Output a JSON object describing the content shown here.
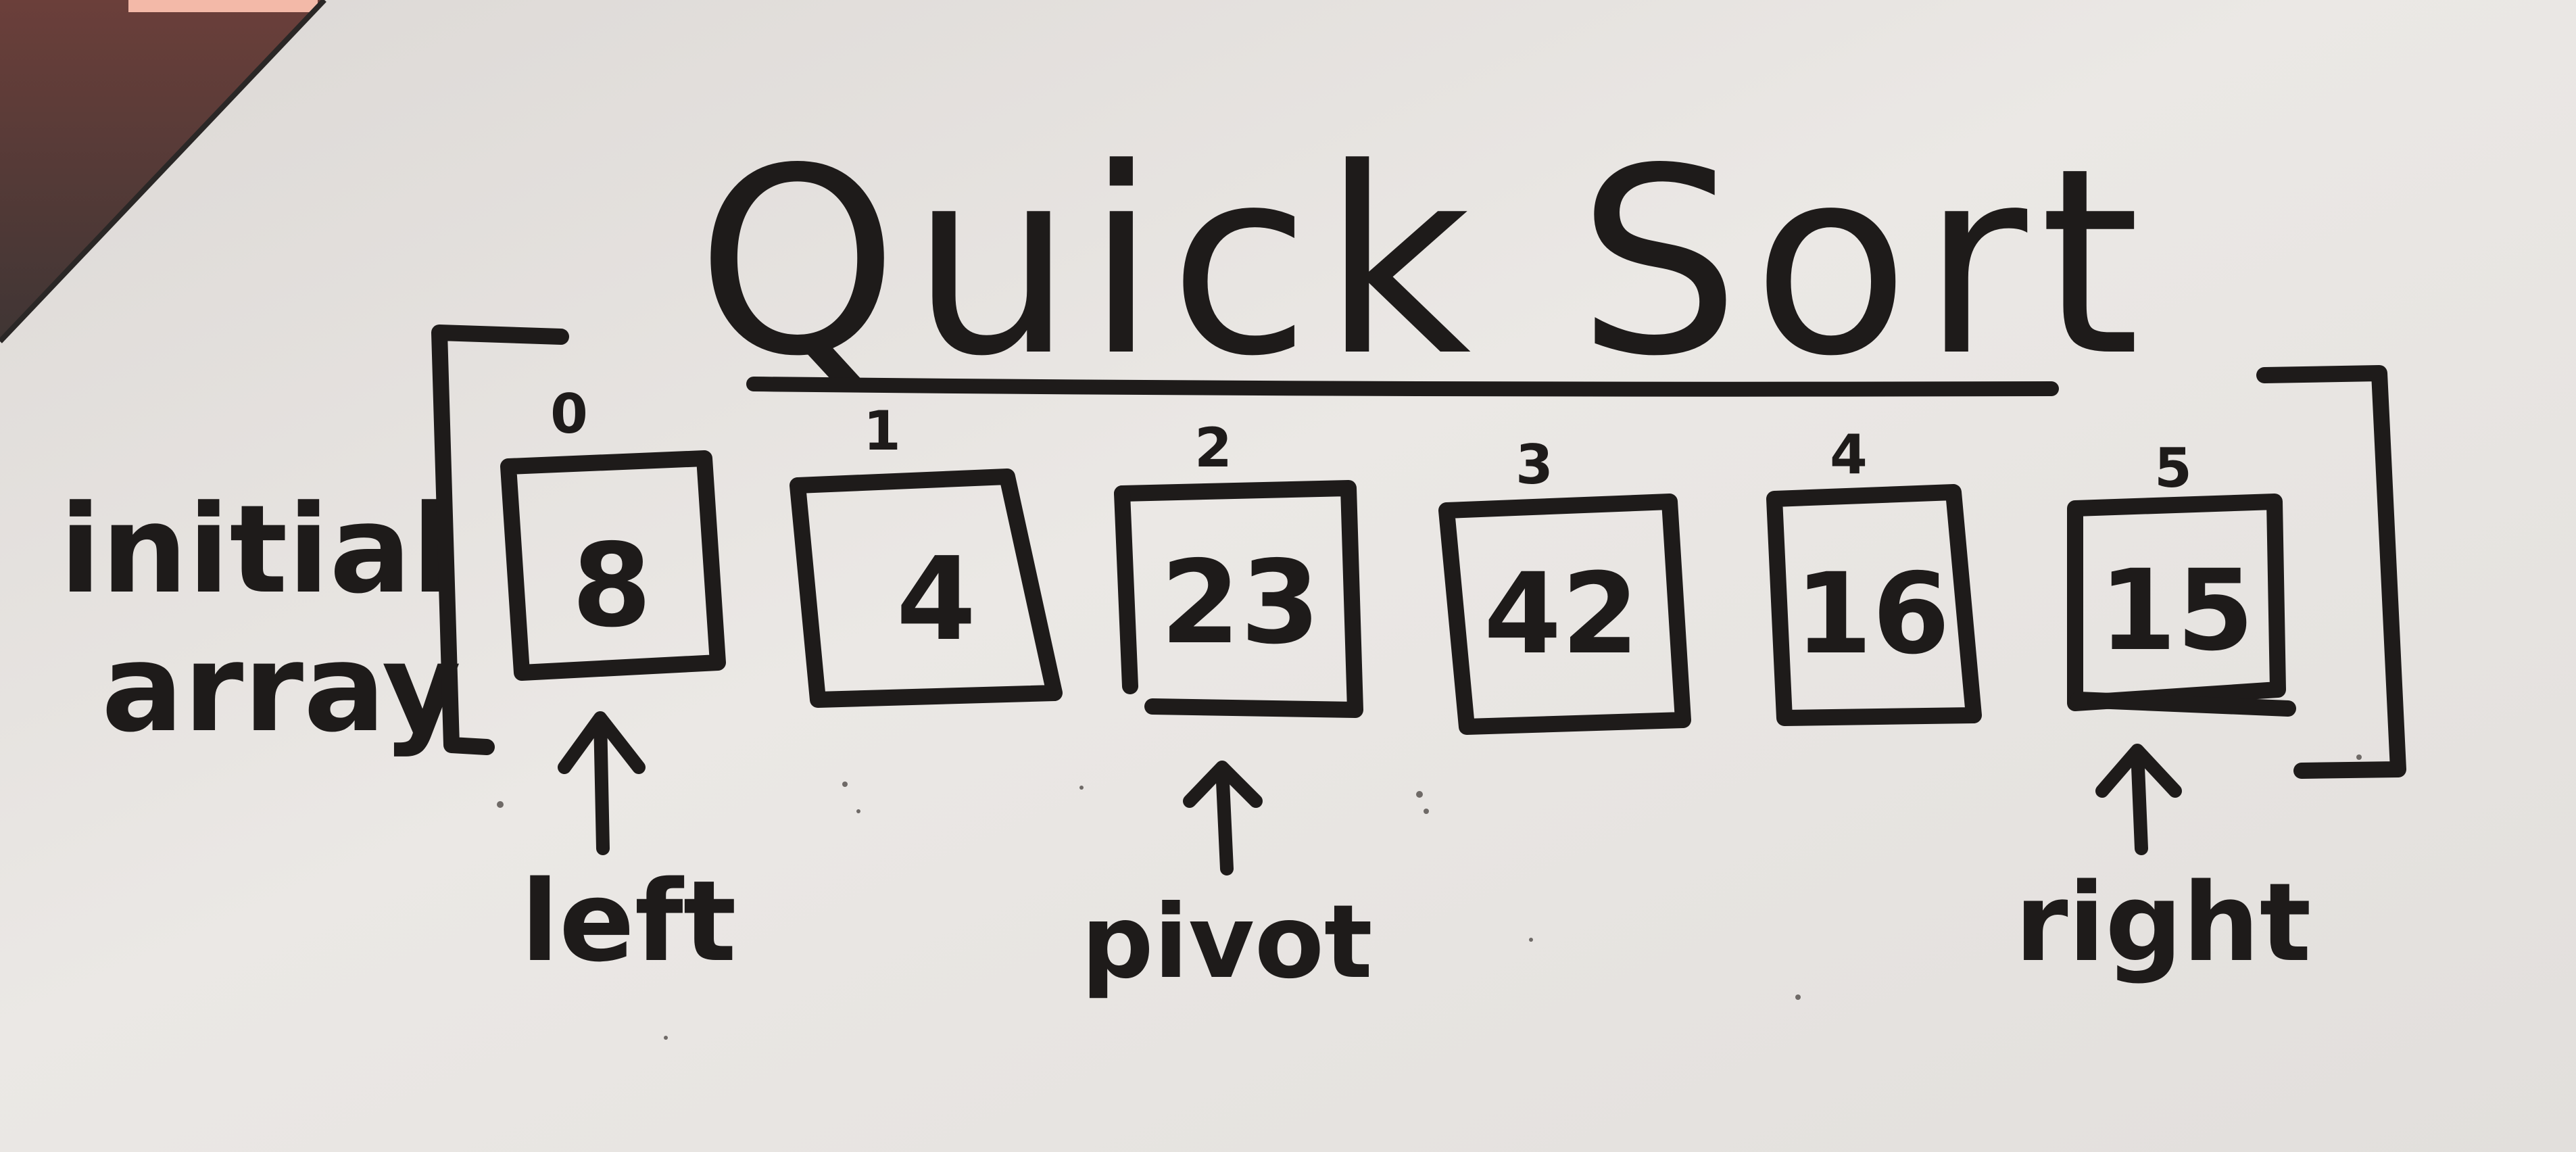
{
  "title": "Quick Sort",
  "array_label": {
    "line1": "initial",
    "line2": "array"
  },
  "cells": [
    {
      "index": "0",
      "value": "8"
    },
    {
      "index": "1",
      "value": "4"
    },
    {
      "index": "2",
      "value": "23"
    },
    {
      "index": "3",
      "value": "42"
    },
    {
      "index": "4",
      "value": "16"
    },
    {
      "index": "5",
      "value": "15"
    }
  ],
  "pointers": {
    "left": "left",
    "pivot": "pivot",
    "right": "right"
  },
  "colors": {
    "ink": "#1e1b1a",
    "board": "#e6e3e0",
    "frame": "#5a3b38"
  }
}
